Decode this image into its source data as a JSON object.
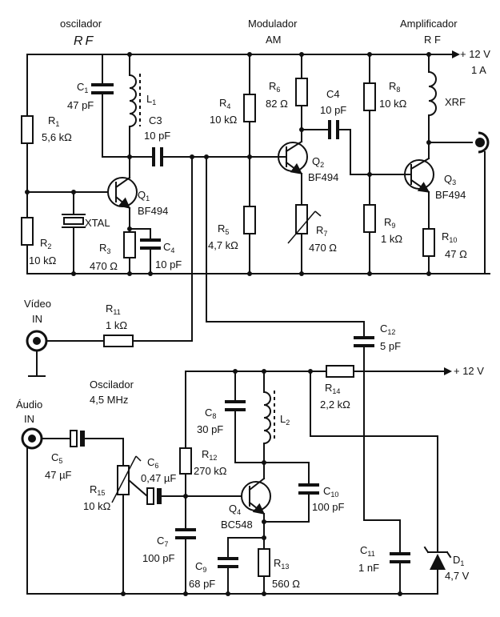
{
  "sections": {
    "osc_title": "oscilador",
    "osc_rf": "RF",
    "mod_title": "Modulador",
    "mod_am": "AM",
    "amp_title": "Amplificador",
    "amp_rf": "R F",
    "osc45_title": "Oscilador",
    "osc45_freq": "4,5 MHz"
  },
  "power": {
    "top_voltage": "+ 12 V",
    "top_current": "1 A",
    "mid_voltage": "+ 12 V"
  },
  "inputs": {
    "video_1": "Vídeo",
    "video_2": "IN",
    "audio_1": "Áudio",
    "audio_2": "IN"
  },
  "components": {
    "C1": {
      "ref": "C",
      "sub": "1",
      "value": "47 pF"
    },
    "L1": {
      "ref": "L",
      "sub": "1"
    },
    "C3": {
      "ref": "C3",
      "value": "10 pF"
    },
    "R1": {
      "ref": "R",
      "sub": "1",
      "value": "5,6 kΩ"
    },
    "Q1": {
      "ref": "Q",
      "sub": "1",
      "value": "BF494"
    },
    "XTAL": {
      "ref": "XTAL"
    },
    "R2": {
      "ref": "R",
      "sub": "2",
      "value": "10 kΩ"
    },
    "R3": {
      "ref": "R",
      "sub": "3",
      "value": "470  Ω"
    },
    "C4a": {
      "ref": "C",
      "sub": "4",
      "value": "10 pF"
    },
    "R4": {
      "ref": "R",
      "sub": "4",
      "value": "10 kΩ"
    },
    "R6": {
      "ref": "R",
      "sub": "6",
      "value": "82 Ω"
    },
    "C4b": {
      "ref": "C4",
      "value": "10 pF"
    },
    "Q2": {
      "ref": "Q",
      "sub": "2",
      "value": "BF494"
    },
    "R5": {
      "ref": "R",
      "sub": "5",
      "value": "4,7 kΩ"
    },
    "R7": {
      "ref": "R",
      "sub": "7",
      "value": "470 Ω"
    },
    "R8": {
      "ref": "R",
      "sub": "8",
      "value": "10 kΩ"
    },
    "XRF": {
      "ref": "XRF"
    },
    "Q3": {
      "ref": "Q",
      "sub": "3",
      "value": "BF494"
    },
    "R9": {
      "ref": "R",
      "sub": "9",
      "value": "1 kΩ"
    },
    "R10": {
      "ref": "R",
      "sub": "10",
      "value": "47  Ω"
    },
    "R11": {
      "ref": "R",
      "sub": "11",
      "value": "1 kΩ"
    },
    "C12": {
      "ref": "C",
      "sub": "12",
      "value": "5 pF"
    },
    "R14": {
      "ref": "R",
      "sub": "14",
      "value": "2,2 kΩ"
    },
    "C8": {
      "ref": "C",
      "sub": "8",
      "value": "30 pF"
    },
    "L2": {
      "ref": "L",
      "sub": "2"
    },
    "C5": {
      "ref": "C",
      "sub": "5",
      "value": "47 µF"
    },
    "C6": {
      "ref": "C",
      "sub": "6",
      "value": "0,47  µF"
    },
    "R15": {
      "ref": "R",
      "sub": "15",
      "value": "10 kΩ"
    },
    "R12": {
      "ref": "R",
      "sub": "12",
      "value": "270 kΩ"
    },
    "Q4": {
      "ref": "Q",
      "sub": "4",
      "value": "BC548"
    },
    "C10": {
      "ref": "C",
      "sub": "10",
      "value": "100 pF"
    },
    "C7": {
      "ref": "C",
      "sub": "7",
      "value": "100 pF"
    },
    "C9": {
      "ref": "C",
      "sub": "9",
      "value": "68 pF"
    },
    "R13": {
      "ref": "R",
      "sub": "13",
      "value": "560  Ω"
    },
    "C11": {
      "ref": "C",
      "sub": "11",
      "value": "1 nF"
    },
    "D1": {
      "ref": "D",
      "sub": "1",
      "value": "4,7 V"
    }
  }
}
